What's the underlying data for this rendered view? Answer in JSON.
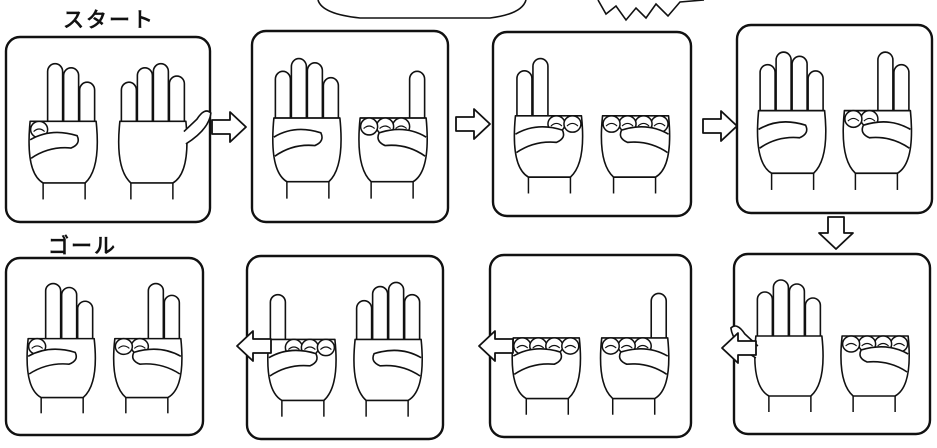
{
  "labels": {
    "start": "スタート",
    "goal": "ゴール"
  },
  "colors": {
    "ink": "#111111",
    "background": "#ffffff"
  },
  "panels": [
    {
      "id": "step-1",
      "left_hand": "three-fingers",
      "right_hand": "open-palm"
    },
    {
      "id": "step-2",
      "left_hand": "four-fingers",
      "right_hand": "one-finger"
    },
    {
      "id": "step-3",
      "left_hand": "two-fingers",
      "right_hand": "fist"
    },
    {
      "id": "step-4",
      "left_hand": "four-fingers",
      "right_hand": "two-fingers"
    },
    {
      "id": "step-5",
      "left_hand": "open-palm",
      "right_hand": "fist"
    },
    {
      "id": "step-6",
      "left_hand": "fist",
      "right_hand": "one-finger"
    },
    {
      "id": "step-7",
      "left_hand": "one-finger",
      "right_hand": "four-fingers"
    },
    {
      "id": "step-8",
      "left_hand": "three-fingers",
      "right_hand": "two-fingers"
    }
  ],
  "flow_arrows": [
    {
      "from": "step-1",
      "to": "step-2",
      "direction": "right"
    },
    {
      "from": "step-2",
      "to": "step-3",
      "direction": "right"
    },
    {
      "from": "step-3",
      "to": "step-4",
      "direction": "right"
    },
    {
      "from": "step-4",
      "to": "step-5",
      "direction": "down"
    },
    {
      "from": "step-5",
      "to": "step-6",
      "direction": "left"
    },
    {
      "from": "step-6",
      "to": "step-7",
      "direction": "left"
    },
    {
      "from": "step-7",
      "to": "step-8",
      "direction": "left"
    }
  ]
}
